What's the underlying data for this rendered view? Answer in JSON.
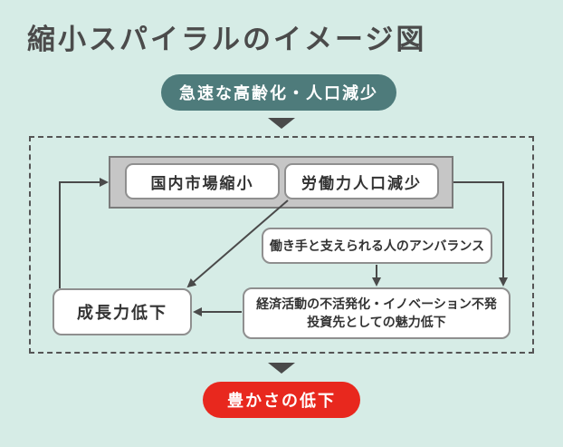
{
  "title": "縮小スパイラルのイメージ図",
  "top_cause": "急速な高齢化・人口減少",
  "result": "豊かさの低下",
  "nodes": {
    "domestic_market": "国内市場縮小",
    "labor_force": "労働力人口減少",
    "supply_demand": "働き手と支えられる人のアンバランス",
    "innovation_line1": "経済活動の不活発化・イノベーション不発",
    "innovation_line2": "投資先としての魅力低下",
    "growth": "成長力低下"
  },
  "colors": {
    "background": "#d6ece6",
    "teal_pill": "#4e7b7b",
    "red_pill": "#e8281e",
    "arrow": "#4a4a4a"
  }
}
